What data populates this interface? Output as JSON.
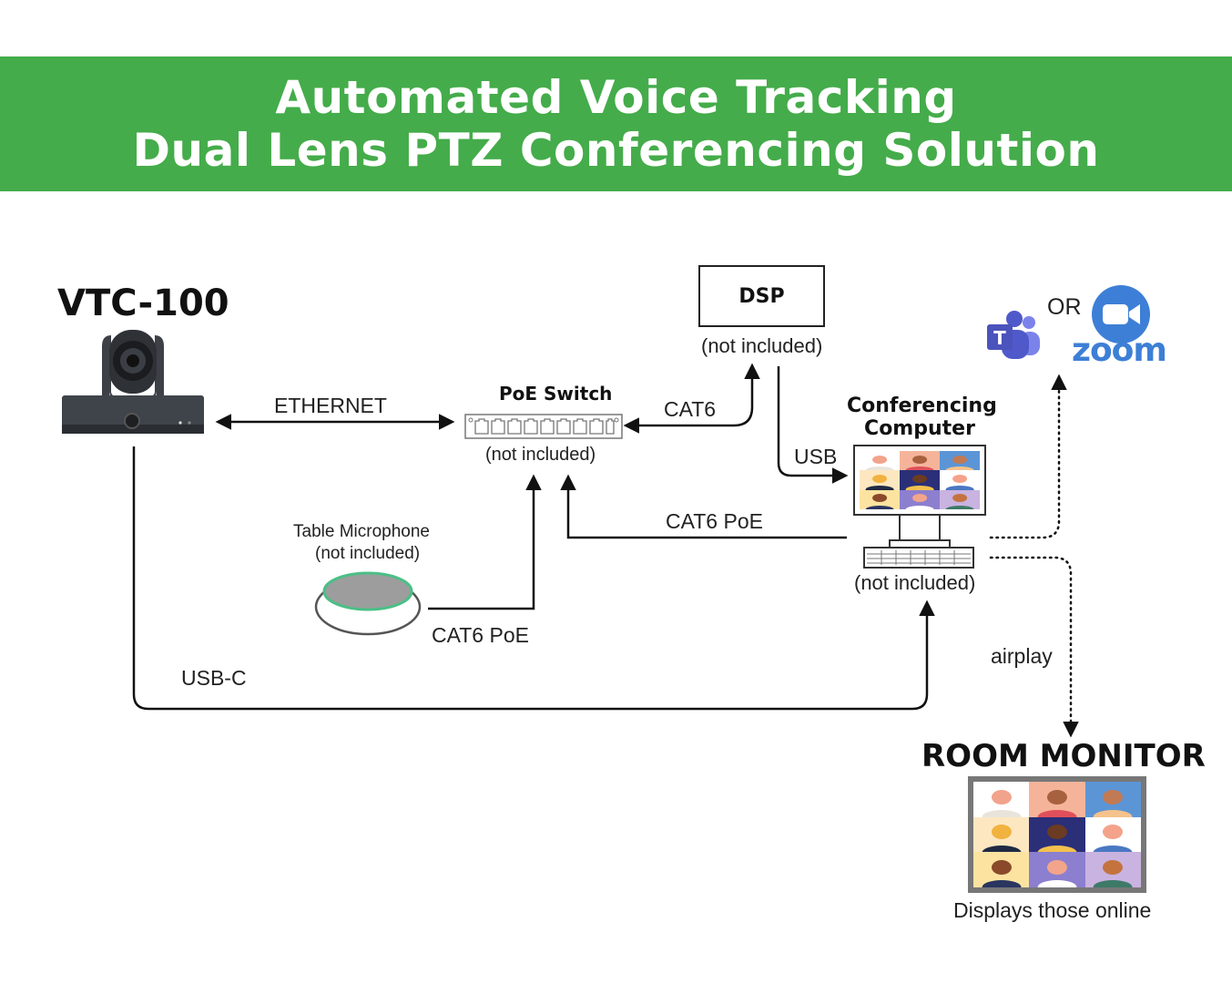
{
  "header": {
    "title_line1": "Automated Voice Tracking",
    "title_line2": "Dual Lens PTZ Conferencing Solution",
    "banner_color": "#44ac4a"
  },
  "nodes": {
    "camera": {
      "label": "VTC-100",
      "icon": "ptz-camera-icon"
    },
    "poe_switch": {
      "label": "PoE Switch",
      "note": "(not included)",
      "icon": "network-switch-icon",
      "ports": 9
    },
    "dsp": {
      "label": "DSP",
      "note": "(not included)"
    },
    "computer": {
      "label_line1": "Conferencing",
      "label_line2": "Computer",
      "note": "(not included)",
      "icon": "desktop-computer-icon"
    },
    "microphone": {
      "label": "Table Microphone",
      "note": "(not included)",
      "icon": "table-microphone-icon",
      "accent": "#4bbf86"
    },
    "platforms": {
      "or_label": "OR",
      "teams": "microsoft-teams-icon",
      "zoom_label": "zoom",
      "zoom_color": "#3d7fd6",
      "teams_color": "#5059c9"
    },
    "room_monitor": {
      "label": "ROOM MONITOR",
      "caption": "Displays those online",
      "icon": "video-grid-monitor-icon"
    }
  },
  "connections": [
    {
      "from": "camera",
      "to": "poe_switch",
      "label": "ETHERNET",
      "style": "solid",
      "arrows": "both"
    },
    {
      "from": "poe_switch",
      "to": "dsp",
      "label": "CAT6",
      "style": "solid",
      "arrows": "both"
    },
    {
      "from": "dsp",
      "to": "computer",
      "label": "USB",
      "style": "solid",
      "arrows": "end"
    },
    {
      "from": "computer",
      "to": "poe_switch",
      "label": "CAT6 PoE",
      "style": "solid",
      "arrows": "end"
    },
    {
      "from": "microphone",
      "to": "poe_switch",
      "label": "CAT6 PoE",
      "style": "solid",
      "arrows": "end"
    },
    {
      "from": "camera",
      "to": "computer",
      "label": "USB-C",
      "style": "solid",
      "arrows": "end"
    },
    {
      "from": "computer",
      "to": "platforms",
      "label": "",
      "style": "dotted",
      "arrows": "end"
    },
    {
      "from": "computer",
      "to": "room_monitor",
      "label": "airplay",
      "style": "dotted",
      "arrows": "end"
    }
  ],
  "video_grid": {
    "tiles": [
      {
        "bg": "#ffffff",
        "face": "#f2a38c",
        "shirt": "#e8e4dc"
      },
      {
        "bg": "#f5b49a",
        "face": "#a8613e",
        "shirt": "#e0505a"
      },
      {
        "bg": "#5b95d6",
        "face": "#c27a55",
        "shirt": "#f6c28b"
      },
      {
        "bg": "#fde7c1",
        "face": "#f2b23f",
        "shirt": "#1f2a44"
      },
      {
        "bg": "#2a2f78",
        "face": "#6b3b22",
        "shirt": "#f2c14e"
      },
      {
        "bg": "#ffffff",
        "face": "#f4a38a",
        "shirt": "#4a78c2"
      },
      {
        "bg": "#fde3a0",
        "face": "#8a4a2a",
        "shirt": "#2a3560"
      },
      {
        "bg": "#8c7fcf",
        "face": "#f3a58b",
        "shirt": "#ffffff"
      },
      {
        "bg": "#c9b3e0",
        "face": "#c4733f",
        "shirt": "#3d7a68"
      }
    ]
  }
}
